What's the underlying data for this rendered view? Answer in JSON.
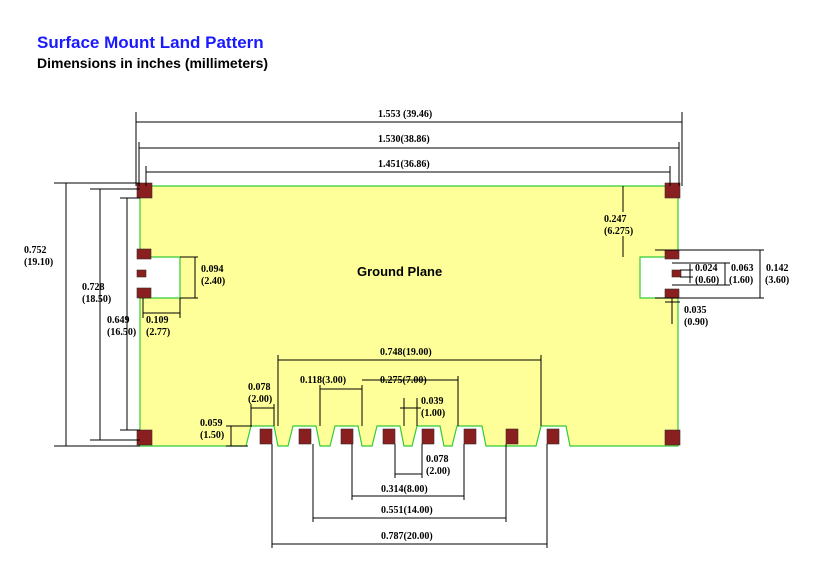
{
  "header": {
    "title": "Surface Mount Land Pattern",
    "subtitle": "Dimensions in inches (millimeters)"
  },
  "diagram": {
    "board_label": "Ground Plane",
    "colors": {
      "board_fill": "#ffff99",
      "board_edge": "#33cc33",
      "pad": "#8a1f1f",
      "title": "#1a1aff"
    },
    "dimensions": {
      "overall_width": "1.553 (39.46)",
      "outer_pad_span": "1.530(38.86)",
      "inner_pad_span": "1.451(36.86)",
      "height_in": "0.752",
      "height_mm": "(19.10)",
      "pad_height_in": "0.728",
      "pad_height_mm": "(18.50)",
      "inner_height_in": "0.649",
      "inner_height_mm": "(16.50)",
      "left_notch_in": "0.094",
      "left_notch_mm": "(2.40)",
      "left_notch_depth_in": "0.109",
      "left_notch_depth_mm": "(2.77)",
      "right_inset_in": "0.247",
      "right_inset_mm": "(6.275)",
      "right_small_in": "0.024",
      "right_small_mm": "(0.60)",
      "right_mid_in": "0.063",
      "right_mid_mm": "(1.60)",
      "right_large_in": "0.142",
      "right_large_mm": "(3.60)",
      "right_gap_in": "0.035",
      "right_gap_mm": "(0.90)",
      "bottom_depth_in": "0.059",
      "bottom_depth_mm": "(1.50)",
      "bottom_step_in": "0.078",
      "bottom_step_mm": "(2.00)",
      "notch_span_1": "0.118(3.00)",
      "notch_span_2": "0.275(7.00)",
      "notch_span_3": "0.748(19.00)",
      "notch_width_in": "0.039",
      "notch_width_mm": "(1.00)",
      "pitch_in": "0.078",
      "pitch_mm": "(2.00)",
      "pad_span_1": "0.314(8.00)",
      "pad_span_2": "0.551(14.00)",
      "pad_span_3": "0.787(20.00)"
    }
  }
}
